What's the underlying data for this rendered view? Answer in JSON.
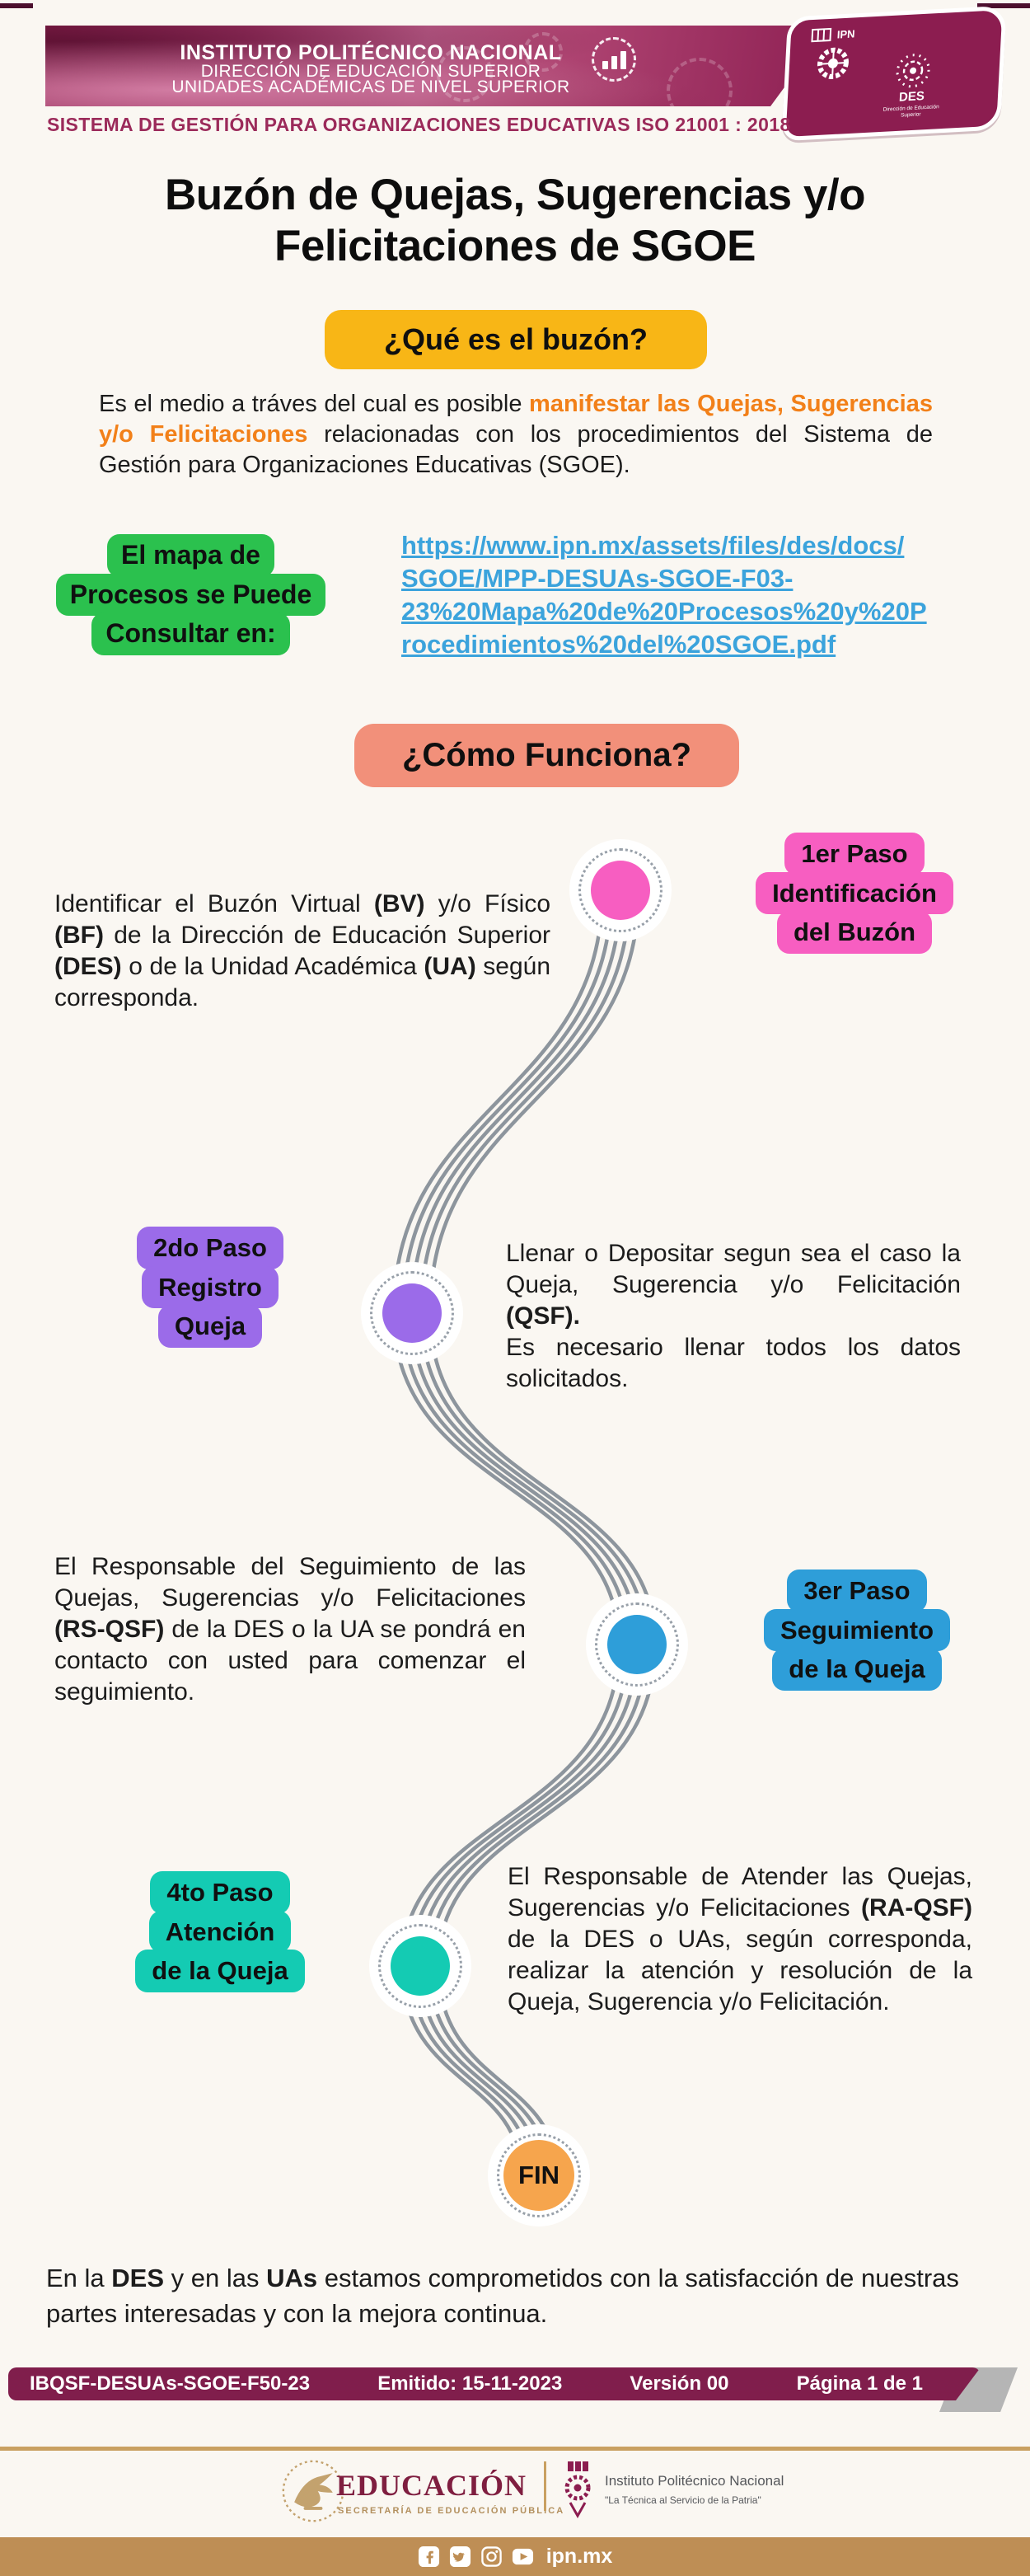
{
  "colors": {
    "maroon": "#8C1D50",
    "iso_text": "#9B2A5A",
    "yellow": "#F8B616",
    "orange": "#F28019",
    "green": "#2BC14E",
    "link_blue": "#3BA3DC",
    "salmon": "#F2907A",
    "pink": "#F75EC1",
    "purple": "#9B6BE9",
    "blue": "#2E9ED9",
    "teal": "#14CBB3",
    "fin_orange": "#F6A54D",
    "line_gray": "#8D959D",
    "gold": "#BE8E55",
    "bar_maroon": "#801E4C"
  },
  "header": {
    "line1": "INSTITUTO POLITÉCNICO NACIONAL",
    "line2": "DIRECCIÓN DE EDUCACIÓN SUPERIOR",
    "line3": "UNIDADES ACADÉMICAS DE NIVEL SUPERIOR",
    "iso_line": "SISTEMA DE GESTIÓN PARA ORGANIZACIONES EDUCATIVAS ISO 21001 : 2018",
    "ipn_abbr": "IPN",
    "des_abbr": "DES",
    "des_caption1": "Dirección de Educación",
    "des_caption2": "Superior"
  },
  "title": "Buzón de Quejas, Sugerencias y/o Felicitaciones de SGOE",
  "what_badge": "¿Qué es el buzón?",
  "intro": [
    {
      "t": "Es el medio a tráves del cual es posible "
    },
    {
      "t": "manifestar las Quejas, Sugerencias y/o Felicitaciones",
      "b": true,
      "c": "#F28019"
    },
    {
      "t": " relacionadas con los procedimientos del Sistema de Gestión para Organizaciones Educativas (SGOE)."
    }
  ],
  "map_box": [
    "El mapa de",
    "Procesos se Puede",
    "Consultar en:"
  ],
  "map_link": [
    "https://www.ipn.mx/assets/files/des/docs/",
    "SGOE/MPP-DESUAs-SGOE-F03-",
    "23%20Mapa%20de%20Procesos%20y%20P",
    "rocedimientos%20del%20SGOE.pdf"
  ],
  "how_badge": "¿Cómo Funciona?",
  "steps": [
    {
      "badge_lines": [
        "1er Paso",
        "Identificación",
        "del Buzón"
      ],
      "color": "#F75EC1",
      "text": [
        {
          "t": "Identificar el Buzón Virtual "
        },
        {
          "t": "(BV)",
          "b": true
        },
        {
          "t": " y/o Físico "
        },
        {
          "t": "(BF)",
          "b": true
        },
        {
          "t": " de la Dirección de Educación Superior "
        },
        {
          "t": "(DES)",
          "b": true
        },
        {
          "t": " o de la Unidad Académica "
        },
        {
          "t": "(UA)",
          "b": true
        },
        {
          "t": " según corresponda."
        }
      ]
    },
    {
      "badge_lines": [
        "2do Paso",
        "Registro",
        "Queja"
      ],
      "color": "#9B6BE9",
      "text": [
        {
          "t": "Llenar o Depositar segun sea el caso la Queja, Sugerencia y/o Felicitación "
        },
        {
          "t": "(QSF).",
          "b": true
        }
      ],
      "text2": [
        {
          "t": "Es necesario llenar todos los datos solicitados."
        }
      ]
    },
    {
      "badge_lines": [
        "3er Paso",
        "Seguimiento",
        "de la Queja"
      ],
      "color": "#2E9ED9",
      "text": [
        {
          "t": "El Responsable del Seguimiento de las Quejas, Sugerencias y/o Felicitaciones "
        },
        {
          "t": "(RS-QSF)",
          "b": true
        },
        {
          "t": " de la DES o la UA se pondrá en contacto con usted para comenzar el seguimiento."
        }
      ]
    },
    {
      "badge_lines": [
        "4to Paso",
        "Atención",
        "de la Queja"
      ],
      "color": "#14CBB3",
      "text": [
        {
          "t": "El Responsable de Atender las Quejas, Sugerencias y/o Felicitaciones "
        },
        {
          "t": "(RA-QSF)",
          "b": true
        },
        {
          "t": " de la DES o UAs, según corresponda, realizar la atención y resolución de la Queja, Sugerencia y/o Felicitación."
        }
      ]
    }
  ],
  "fin_label": "FIN",
  "closing": [
    {
      "t": "En la "
    },
    {
      "t": "DES",
      "b": true
    },
    {
      "t": " y en las "
    },
    {
      "t": "UAs",
      "b": true
    },
    {
      "t": " estamos comprometidos con la satisfacción de nuestras partes interesadas y con la mejora continua."
    }
  ],
  "doc_bar": {
    "code": "IBQSF-DESUAs-SGOE-F50-23",
    "emitido": "Emitido: 15-11-2023",
    "version": "Versión 00",
    "pagina": "Página 1 de 1"
  },
  "footer": {
    "educacion": "EDUCACIÓN",
    "sep_caption": "SECRETARÍA DE EDUCACIÓN PÚBLICA",
    "ipn_name": "Instituto Politécnico Nacional",
    "ipn_motto": "\"La Técnica al Servicio de la Patria\"",
    "site": "ipn.mx"
  }
}
